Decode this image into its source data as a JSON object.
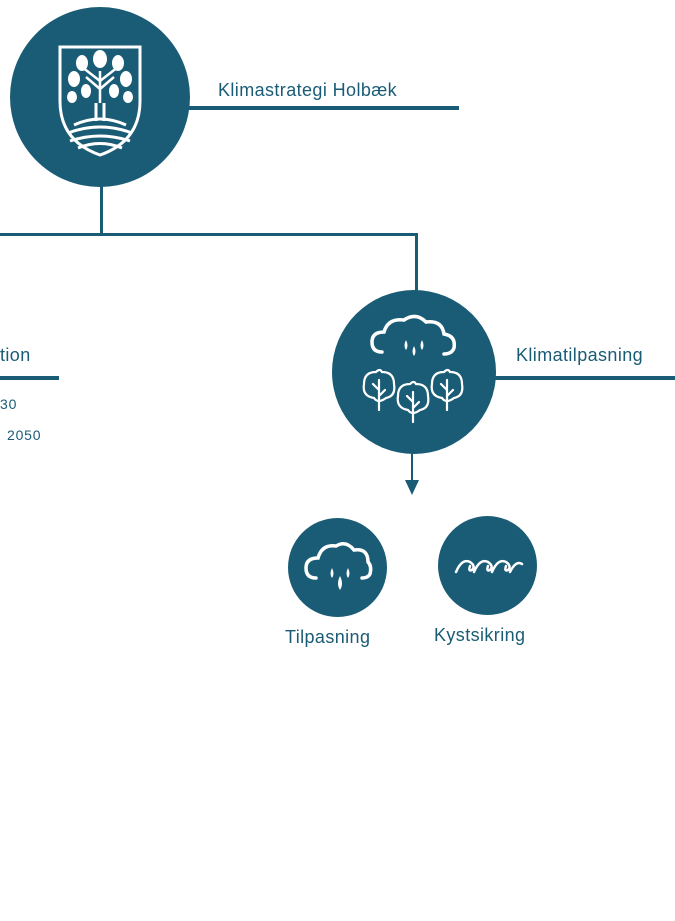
{
  "root": {
    "title": "Klimastrategi Holbæk",
    "icon": "holbaek-coat-of-arms-icon"
  },
  "left_branch": {
    "title_fragment": "tion",
    "line1": "30",
    "line2": "2050"
  },
  "right_branch": {
    "title": "Klimatilpasning",
    "icon": "cloud-rain-trees-icon"
  },
  "children": [
    {
      "label": "Tilpasning",
      "icon": "cloud-rain-icon"
    },
    {
      "label": "Kystsikring",
      "icon": "waves-icon"
    }
  ],
  "colors": {
    "primary": "#1a5c76",
    "icon_light": "#ffffff"
  }
}
